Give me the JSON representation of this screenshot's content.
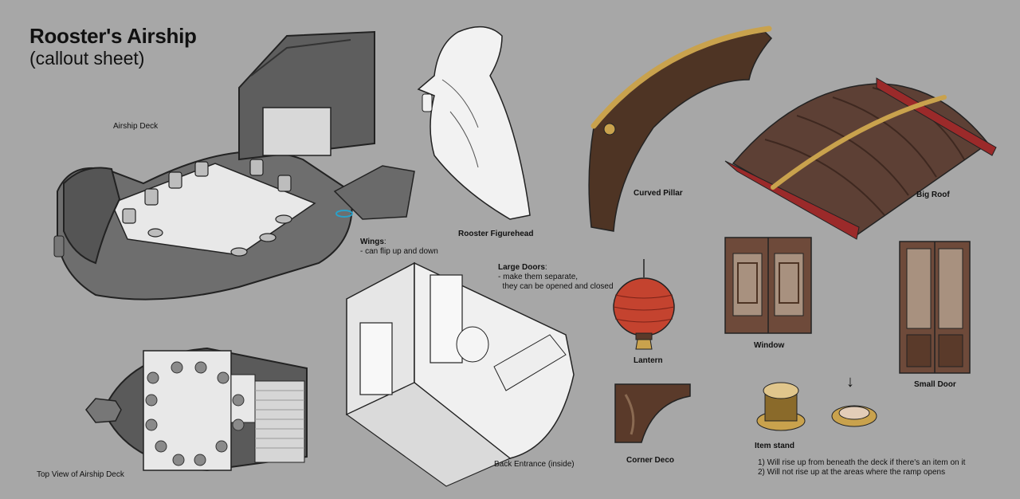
{
  "title": "Rooster's Airship",
  "subtitle": "(callout sheet)",
  "labels": {
    "airship_deck": "Airship Deck",
    "top_view": "Top View of Airship Deck",
    "rooster_figurehead": "Rooster Figurehead",
    "wings_title": "Wings",
    "wings_colon": ":",
    "wings_note": "- can flip up and down",
    "large_doors_title": "Large Doors",
    "large_doors_colon": ":",
    "large_doors_note_1": "- make them separate,",
    "large_doors_note_2": "  they can be opened and closed",
    "back_entrance": "Back Entrance (inside)",
    "curved_pillar": "Curved Pillar",
    "big_roof": "Big Roof",
    "lantern": "Lantern",
    "window": "Window",
    "small_door": "Small Door",
    "corner_deco": "Corner Deco",
    "item_stand": "Item stand",
    "down_arrow": "↓",
    "item_note_1": "1) Will rise up from beneath the deck if there's an item on it",
    "item_note_2": "2) Will not rise up at the areas where the ramp opens"
  },
  "colors": {
    "background": "#a7a7a7",
    "hull": "#6e6e6e",
    "deck": "#e8e8e8",
    "wood_brown": "#5a3a2a",
    "gold_trim": "#c9a24d",
    "roof_red": "#9b2a2a",
    "lantern_red": "#c4432f"
  },
  "icons": [
    "airship-illustration",
    "top-view-illustration",
    "figurehead-illustration",
    "interior-illustration",
    "pillar-illustration",
    "roof-illustration",
    "lantern-illustration",
    "window-illustration",
    "door-illustration",
    "corner-deco-illustration",
    "item-stand-illustration"
  ]
}
